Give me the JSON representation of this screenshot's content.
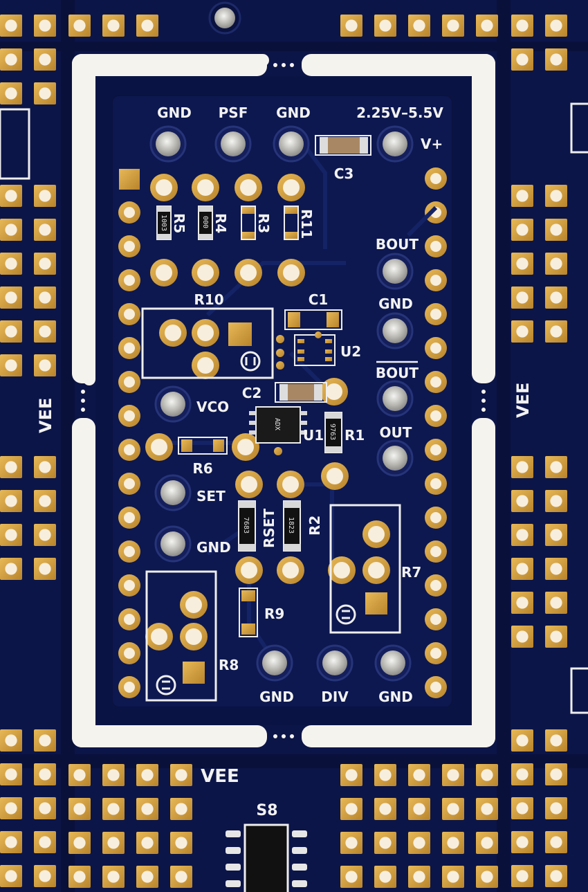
{
  "colors": {
    "board": "#0c1548",
    "board_dark": "#070d33",
    "silk": "#f2f2f2",
    "gold": "#d9a441",
    "gold_dark": "#b27d25",
    "hole": "#f7eedd",
    "hasl": "#c7c6c0",
    "slot": "#f5f3ee"
  },
  "labels": {
    "gnd": "GND",
    "psf": "PSF",
    "voltage": "2.25V–5.5V",
    "vplus": "V+",
    "bout": "BOUT",
    "bout_bar": "BOUT",
    "out": "OUT",
    "vco": "VCO",
    "set": "SET",
    "div": "DIV",
    "vee": "VEE",
    "s8": "S8"
  },
  "refdes": {
    "c1": "C1",
    "c2": "C2",
    "c3": "C3",
    "r1": "R1",
    "r2": "R2",
    "r3": "R3",
    "r4": "R4",
    "r5": "R5",
    "r6": "R6",
    "r7": "R7",
    "r8": "R8",
    "r9": "R9",
    "r10": "R10",
    "r11": "R11",
    "rset": "RSET",
    "u1": "U1",
    "u2": "U2"
  },
  "markings": {
    "r5": "1003",
    "r4": "000",
    "r1": "9763",
    "rset": "7683",
    "r2": "1823",
    "u1": "ADX"
  }
}
